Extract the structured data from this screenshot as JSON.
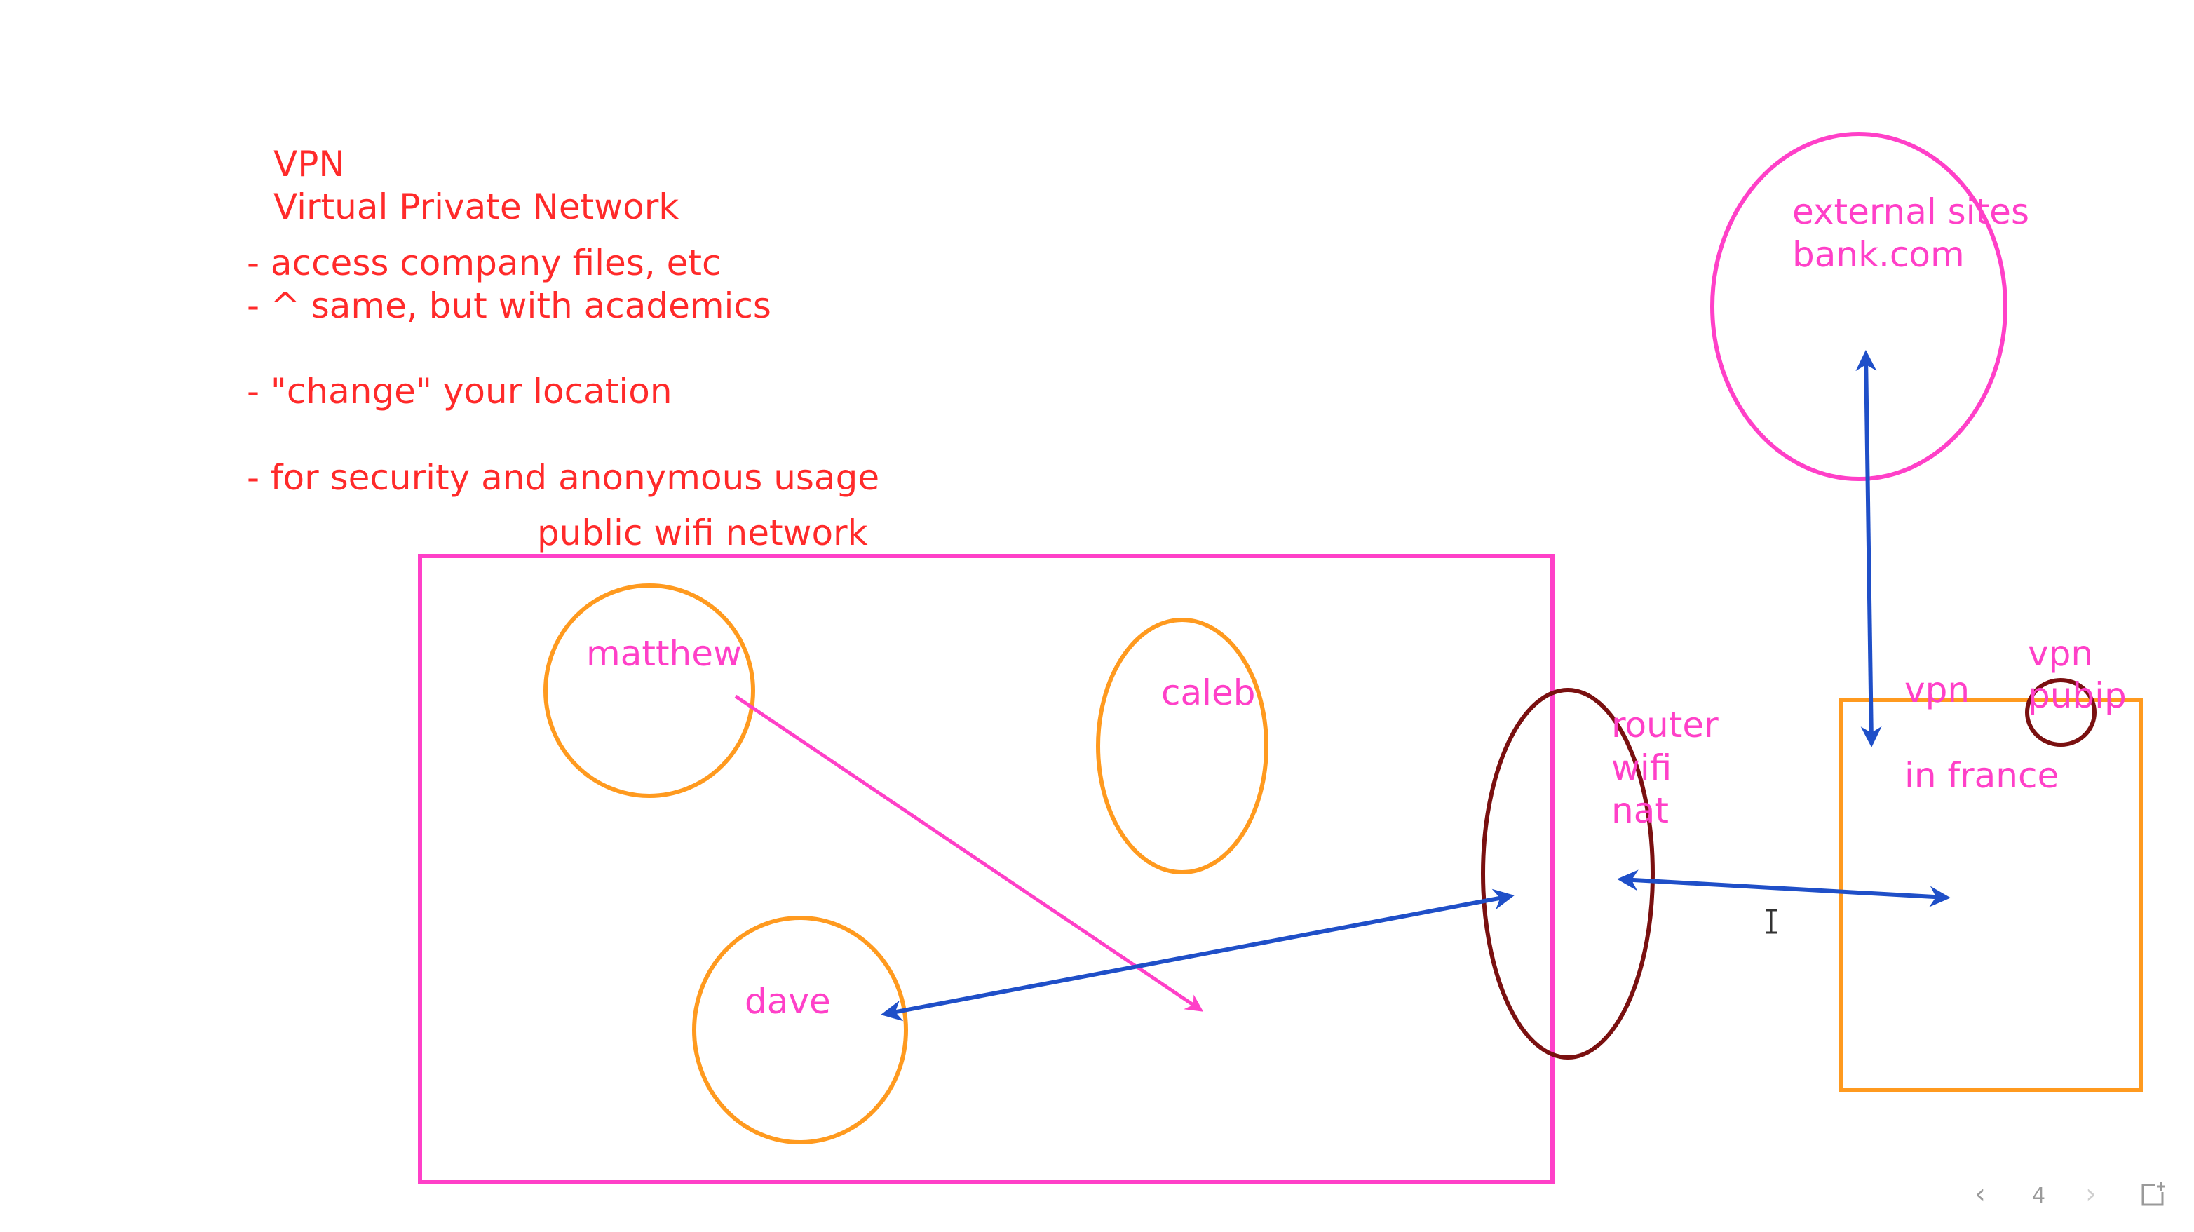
{
  "notes": {
    "title": "VPN",
    "subtitle": "Virtual Private Network",
    "bullets": [
      "- access company files, etc",
      "- ^ same, but with academics",
      "- \"change\" your location",
      "- for security and anonymous usage"
    ]
  },
  "diagram": {
    "network_label": "public wifi network",
    "users": [
      "matthew",
      "caleb",
      "dave"
    ],
    "router_lines": [
      "router",
      "wifi",
      "nat"
    ],
    "external_lines": [
      "external sites",
      "bank.com"
    ],
    "vpn_label": "vpn",
    "vpn_location": "in france",
    "vpn_pubip_lines": [
      "vpn",
      "pubip"
    ]
  },
  "pagination": {
    "page": "4"
  },
  "colors": {
    "notes_text": "#ff2a2a",
    "pink": "#ff40c8",
    "orange": "#ff9a1f",
    "blue": "#1f4fc8",
    "maroon": "#7a1010",
    "nav": "#9a9a9a"
  },
  "icons": [
    "chevron-left-icon",
    "chevron-right-icon",
    "new-page-icon",
    "text-cursor-icon"
  ]
}
